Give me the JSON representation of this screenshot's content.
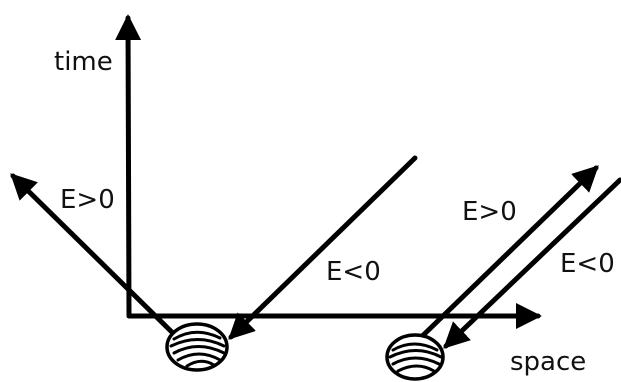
{
  "axes": {
    "time_label": "time",
    "space_label": "space"
  },
  "labels": {
    "left_positive": "E>0",
    "left_negative": "E<0",
    "right_positive": "E>0",
    "right_negative": "E<0"
  },
  "colors": {
    "ink": "#000000",
    "background": "#ffffff"
  }
}
